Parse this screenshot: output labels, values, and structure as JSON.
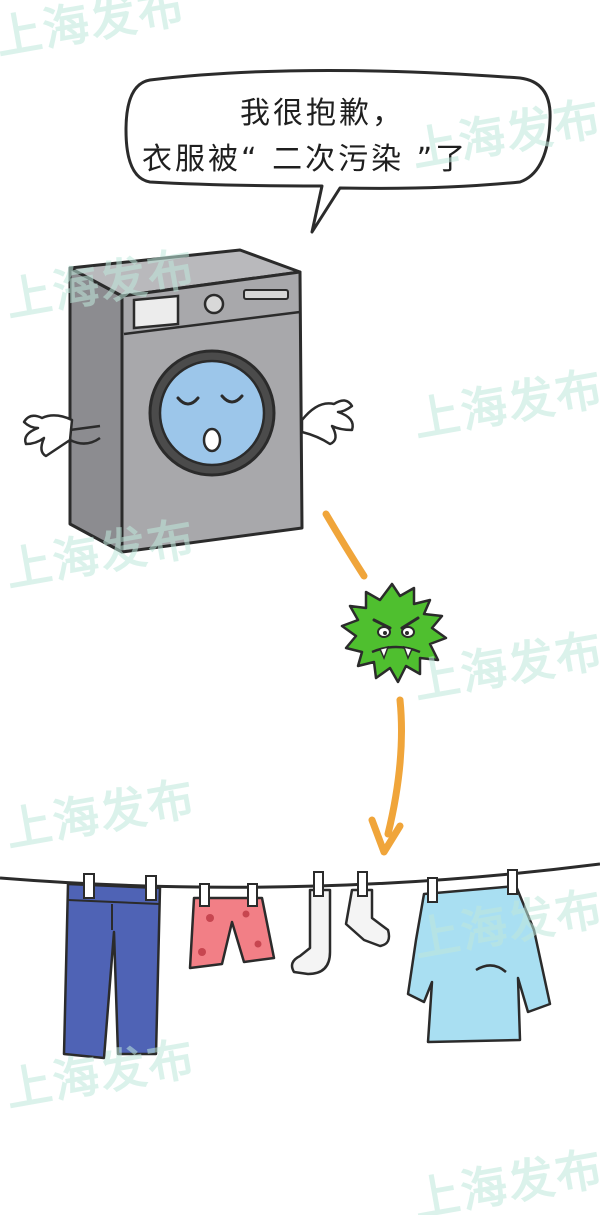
{
  "speech_bubble": {
    "line1": "我很抱歉，",
    "line2": "衣服被“ 二次污染 ”了"
  },
  "watermark_text": "上海发布",
  "colors": {
    "machine_body": "#a8a8ab",
    "machine_dark": "#8c8c90",
    "window_blue": "#9cc6ea",
    "germ_green": "#4fbf2f",
    "arrow_orange": "#f0a53a",
    "jeans_blue": "#4f63b5",
    "shorts_pink": "#f27f86",
    "shirt_light_blue": "#a9dff2",
    "outline": "#2b2b2b"
  },
  "icons": [
    "washing-machine-icon",
    "germ-icon",
    "arrow-down-icon",
    "clothesline-icon"
  ]
}
